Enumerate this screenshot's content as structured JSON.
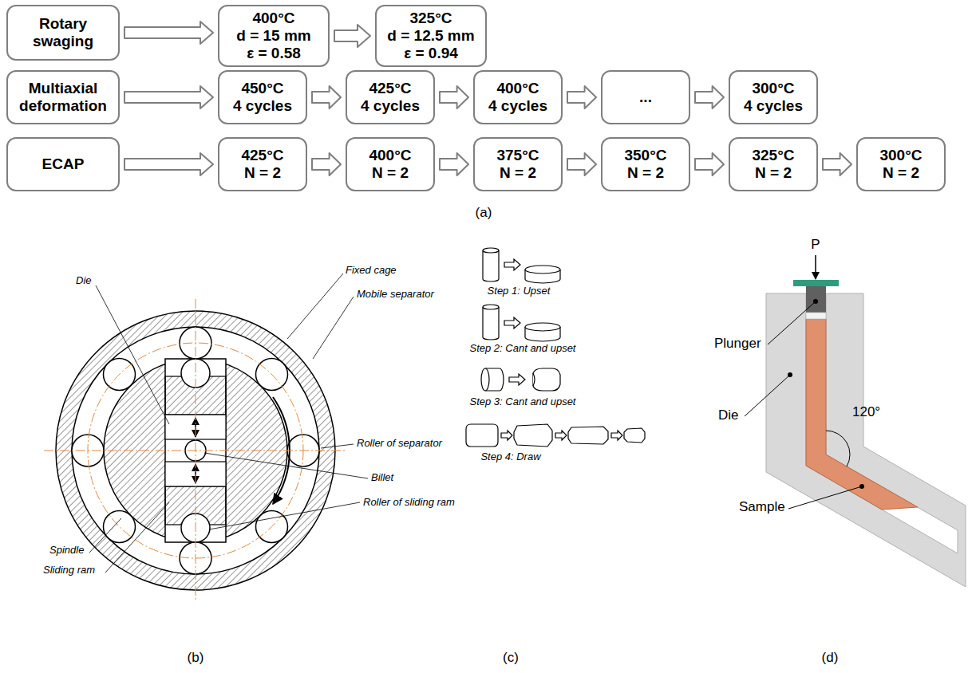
{
  "diagram": {
    "nodes": [
      {
        "text": [
          "Rotary swaging"
        ]
      },
      {
        "text": [
          "400°C",
          "d = 15 mm",
          "ε = 0.58"
        ]
      },
      {
        "text": [
          "325°C",
          "d = 12.5 mm",
          "ε = 0.94"
        ]
      },
      {
        "text": [
          "Multiaxial deformation"
        ]
      },
      {
        "text": [
          "450°C",
          "4 cycles"
        ]
      },
      {
        "text": [
          "425°C",
          "4 cycles"
        ]
      },
      {
        "text": [
          "400°C",
          "4 cycles"
        ]
      },
      {
        "text": [
          "..."
        ]
      },
      {
        "text": [
          "300°C",
          "4 cycles"
        ]
      },
      {
        "text": [
          "ECAP"
        ]
      },
      {
        "text": [
          "425°C",
          "N = 2"
        ]
      },
      {
        "text": [
          "400°C",
          "N = 2"
        ]
      },
      {
        "text": [
          "375°C",
          "N = 2"
        ]
      },
      {
        "text": [
          "350°C",
          "N = 2"
        ]
      },
      {
        "text": [
          "325°C",
          "N = 2"
        ]
      },
      {
        "text": [
          "300°C",
          "N = 2"
        ]
      }
    ],
    "edges": [
      {
        "from": 0,
        "to": 1,
        "arrow": "to"
      },
      {
        "from": 1,
        "to": 2,
        "arrow": "to"
      },
      {
        "from": 3,
        "to": 4,
        "arrow": "to"
      },
      {
        "from": 4,
        "to": 5,
        "arrow": "to"
      },
      {
        "from": 5,
        "to": 6,
        "arrow": "to"
      },
      {
        "from": 6,
        "to": 7,
        "arrow": "to"
      },
      {
        "from": 7,
        "to": 8,
        "arrow": "to"
      },
      {
        "from": 9,
        "to": 10,
        "arrow": "to"
      },
      {
        "from": 10,
        "to": 11,
        "arrow": "to"
      },
      {
        "from": 11,
        "to": 12,
        "arrow": "to"
      },
      {
        "from": 12,
        "to": 13,
        "arrow": "to"
      },
      {
        "from": 13,
        "to": 14,
        "arrow": "to"
      },
      {
        "from": 14,
        "to": 15,
        "arrow": "to"
      }
    ],
    "labels": [
      "(a)",
      "Fixed cage",
      "Mobile separator",
      "Die",
      "Roller of separator",
      "Spindle",
      "Sliding ram",
      "Billet",
      "Roller of sliding ram",
      "(b)",
      "Step 1: Upset",
      "Step 2: Cant and upset",
      "Step 3: Cant and upset",
      "Step 4: Draw",
      "(c)",
      "P",
      "Plunger",
      "Die",
      "Sample",
      "120°",
      "(d)"
    ]
  }
}
